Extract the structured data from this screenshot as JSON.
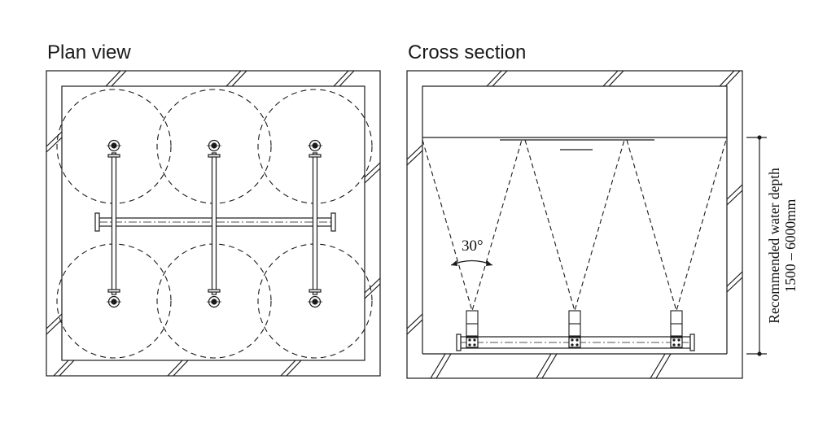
{
  "plan_view": {
    "title": "Plan view"
  },
  "cross_section": {
    "title": "Cross section",
    "angle_label": "30°",
    "depth_label_line1": "Recommended water depth",
    "depth_label_line2": "1500 – 6000mm"
  },
  "colors": {
    "line": "#1a1a1a",
    "background": "#ffffff"
  }
}
